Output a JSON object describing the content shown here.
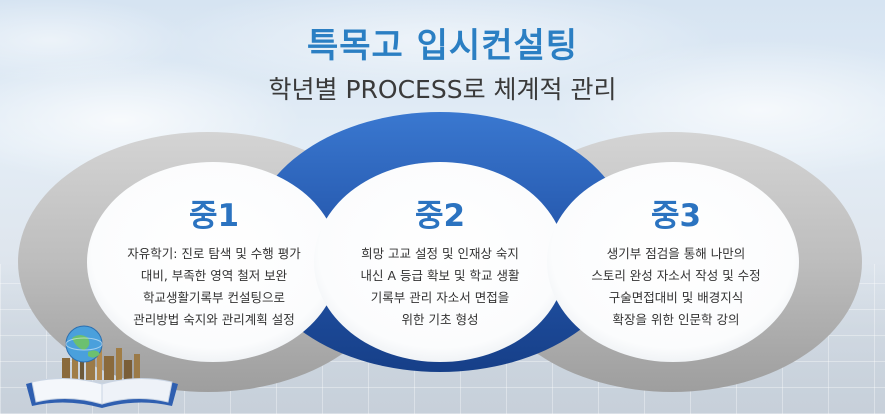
{
  "header": {
    "title": "특목고 입시컨설팅",
    "subtitle": "학년별 PROCESS로 체계적 관리"
  },
  "cards": [
    {
      "label": "중1",
      "lines": [
        "자유학기: 진로 탐색 및 수행 평가",
        "대비, 부족한 영역 철저 보완",
        "학교생활기록부 컨설팅으로",
        "관리방법 숙지와 관리계획 설정"
      ]
    },
    {
      "label": "중2",
      "lines": [
        "희망 고교 설정 및 인재상 숙지",
        "내신 A 등급 확보 및 학교 생활",
        "기록부 관리 자소서 면접을",
        "위한 기초 형성"
      ]
    },
    {
      "label": "중3",
      "lines": [
        "생기부 점검을 통해 나만의",
        "스토리 완성 자소서 작성 및 수정",
        "구술면접대비  및 배경지식",
        "확장을 위한 인문학 강의"
      ]
    }
  ],
  "colors": {
    "accent": "#2b7fc3",
    "ring_blue": "#2a62b8",
    "ring_gray": "#b8b8b8"
  }
}
